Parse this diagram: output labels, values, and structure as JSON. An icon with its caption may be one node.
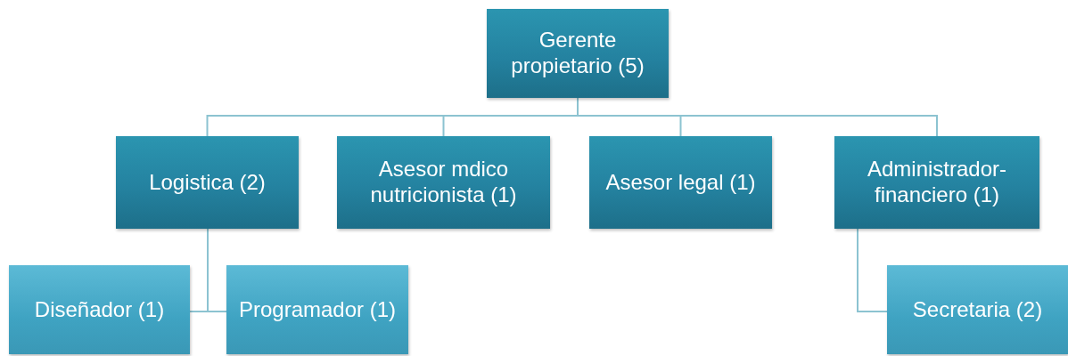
{
  "diagram": {
    "nodes": [
      {
        "text": [
          "Gerente propietario (5)"
        ]
      },
      {
        "text": [
          "Logistica (2)"
        ]
      },
      {
        "text": [
          "Asesor mdico nutricionista  (1)"
        ]
      },
      {
        "text": [
          "Asesor legal  (1)"
        ]
      },
      {
        "text": [
          "Administrador-financiero (1)"
        ]
      },
      {
        "text": [
          "Diseñador (1)"
        ]
      },
      {
        "text": [
          "Programador (1)"
        ]
      },
      {
        "text": [
          "Secretaria (2)"
        ]
      }
    ],
    "edges": [
      {
        "from": 0,
        "to": 1,
        "arrow": "none"
      },
      {
        "from": 0,
        "to": 2,
        "arrow": "none"
      },
      {
        "from": 0,
        "to": 3,
        "arrow": "none"
      },
      {
        "from": 0,
        "to": 4,
        "arrow": "none"
      },
      {
        "from": 1,
        "to": 5,
        "arrow": "none"
      },
      {
        "from": 1,
        "to": 6,
        "arrow": "none"
      },
      {
        "from": 4,
        "to": 7,
        "arrow": "none"
      }
    ]
  }
}
